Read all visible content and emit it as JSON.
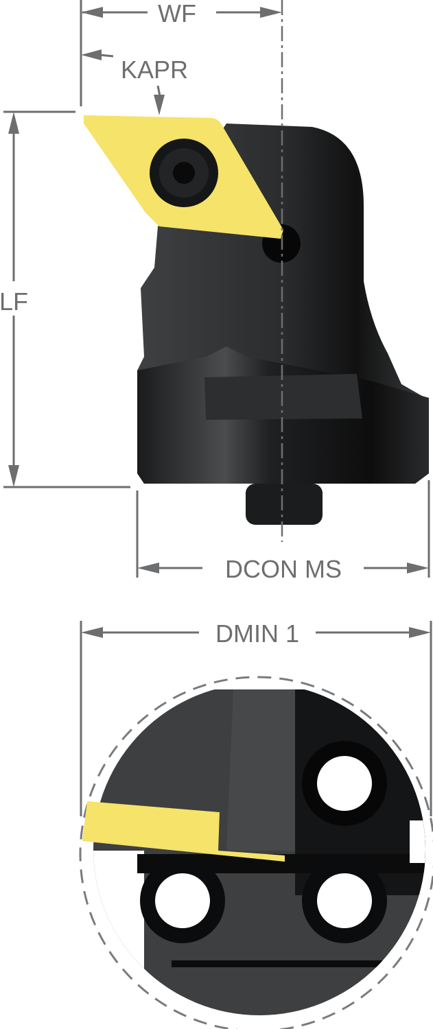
{
  "dimensions": {
    "wf": "WF",
    "kapr": "KAPR",
    "lf": "LF",
    "dcon_ms": "DCON MS",
    "dmin_1": "DMIN 1"
  },
  "colors": {
    "dimension_line": "#6d6e70",
    "insert": "#f5e36a",
    "body": "#2b2d2f"
  }
}
